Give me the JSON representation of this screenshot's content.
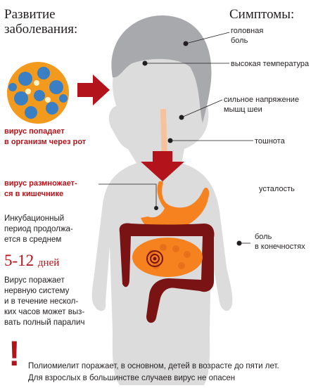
{
  "title_left": [
    "Развитие",
    "заболевания:"
  ],
  "title_right": "Симптомы:",
  "symptoms": [
    {
      "label": [
        "головная",
        "боль"
      ]
    },
    {
      "label": [
        "высокая температура"
      ]
    },
    {
      "label": [
        "сильное напряжение",
        "мышц шеи"
      ]
    },
    {
      "label": [
        "тошнота"
      ]
    },
    {
      "label": [
        "усталость"
      ]
    },
    {
      "label": [
        "боль",
        "в конечностях"
      ]
    }
  ],
  "stage1": [
    "вирус попадает",
    "в организм через рот"
  ],
  "stage2": [
    "вирус размножает-",
    "ся в кишечнике"
  ],
  "incubation": [
    "Инкубационный",
    "период продолжа-",
    "ется в среднем"
  ],
  "days": {
    "range": "5-12",
    "unit": "дней"
  },
  "paralysis": [
    "Вирус поражает",
    "нервную систему",
    "и в течение нескол-",
    "ких часов может выз-",
    "вать полный паралич"
  ],
  "warning_mark": "!",
  "footnote": [
    "Полиомиелит поражает, в основном, детей в возрасте до пяти лет.",
    "Для взрослых в большинстве случаев вирус не опасен"
  ],
  "colors": {
    "accent_red": "#b3131a",
    "body_gray": "#dcdcdd",
    "hair_gray": "#a7a9ac",
    "stomach_orange": "#f5821f",
    "intestine_dark": "#7a1414"
  }
}
